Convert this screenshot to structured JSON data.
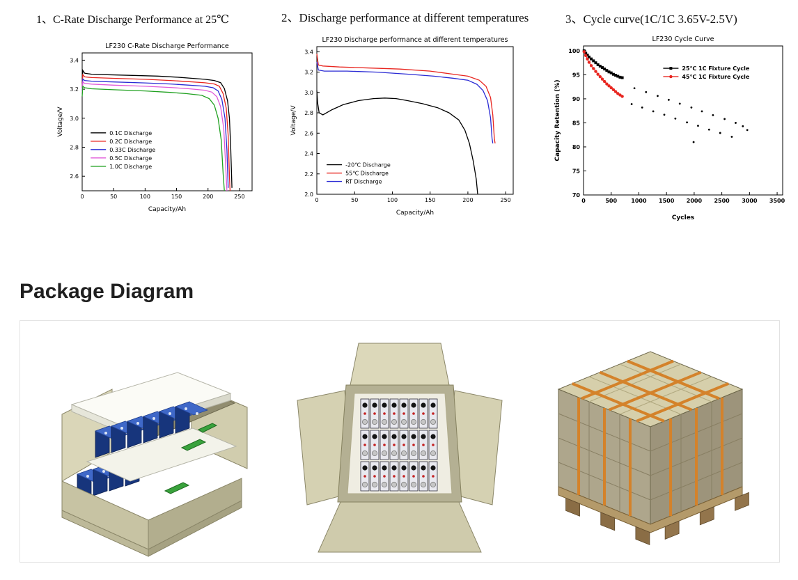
{
  "headings": {
    "chart1": "1、C-Rate Discharge Performance at 25℃",
    "chart2": "2、Discharge performance at different temperatures",
    "chart3": "3、Cycle curve(1C/1C 3.65V-2.5V)",
    "package": "Package Diagram"
  },
  "chart_data": [
    {
      "type": "line",
      "title": "LF230 C-Rate Discharge Performance",
      "xlabel": "Capacity/Ah",
      "ylabel": "Voltage/V",
      "xlim": [
        0,
        270
      ],
      "ylim": [
        2.5,
        3.45
      ],
      "xticks": [
        0,
        50,
        100,
        150,
        200,
        250
      ],
      "yticks": [
        2.6,
        2.8,
        3.0,
        3.2,
        3.4
      ],
      "xdec": 0,
      "ydec": 1,
      "margins": {
        "l": 40,
        "r": 14,
        "t": 20,
        "b": 34
      },
      "legend": {
        "x": 0.05,
        "y": 0.58,
        "markers": false
      },
      "series": [
        {
          "name": "0.1C  Discharge",
          "color": "#000000",
          "points": [
            [
              0,
              3.24
            ],
            [
              1,
              3.33
            ],
            [
              4,
              3.31
            ],
            [
              15,
              3.303
            ],
            [
              40,
              3.3
            ],
            [
              80,
              3.295
            ],
            [
              120,
              3.29
            ],
            [
              150,
              3.283
            ],
            [
              175,
              3.275
            ],
            [
              195,
              3.268
            ],
            [
              210,
              3.26
            ],
            [
              220,
              3.245
            ],
            [
              226,
              3.205
            ],
            [
              231,
              3.12
            ],
            [
              234,
              3.0
            ],
            [
              236,
              2.8
            ],
            [
              238,
              2.52
            ]
          ]
        },
        {
          "name": "0.2C  Discharge",
          "color": "#e8251f",
          "points": [
            [
              0,
              3.21
            ],
            [
              1,
              3.3
            ],
            [
              4,
              3.285
            ],
            [
              15,
              3.28
            ],
            [
              50,
              3.275
            ],
            [
              100,
              3.268
            ],
            [
              140,
              3.26
            ],
            [
              170,
              3.252
            ],
            [
              195,
              3.244
            ],
            [
              210,
              3.236
            ],
            [
              218,
              3.22
            ],
            [
              224,
              3.17
            ],
            [
              229,
              3.07
            ],
            [
              232,
              2.88
            ],
            [
              234,
              2.6
            ],
            [
              235,
              2.5
            ]
          ]
        },
        {
          "name": "0.33C Discharge",
          "color": "#2a2ad4",
          "points": [
            [
              0,
              3.19
            ],
            [
              1,
              3.27
            ],
            [
              4,
              3.26
            ],
            [
              15,
              3.255
            ],
            [
              50,
              3.25
            ],
            [
              100,
              3.243
            ],
            [
              140,
              3.236
            ],
            [
              170,
              3.228
            ],
            [
              195,
              3.22
            ],
            [
              208,
              3.21
            ],
            [
              216,
              3.188
            ],
            [
              222,
              3.13
            ],
            [
              227,
              3.0
            ],
            [
              230,
              2.78
            ],
            [
              232,
              2.52
            ]
          ]
        },
        {
          "name": "0.5C  Discharge",
          "color": "#e05ad8",
          "points": [
            [
              0,
              3.17
            ],
            [
              1,
              3.25
            ],
            [
              4,
              3.24
            ],
            [
              15,
              3.235
            ],
            [
              50,
              3.228
            ],
            [
              100,
              3.22
            ],
            [
              140,
              3.212
            ],
            [
              170,
              3.203
            ],
            [
              195,
              3.193
            ],
            [
              206,
              3.18
            ],
            [
              214,
              3.148
            ],
            [
              220,
              3.08
            ],
            [
              225,
              2.93
            ],
            [
              228,
              2.68
            ],
            [
              230,
              2.5
            ]
          ]
        },
        {
          "name": "1.0C  Discharge",
          "color": "#1fa01f",
          "points": [
            [
              0,
              3.15
            ],
            [
              1,
              3.22
            ],
            [
              4,
              3.21
            ],
            [
              15,
              3.203
            ],
            [
              50,
              3.196
            ],
            [
              100,
              3.188
            ],
            [
              140,
              3.178
            ],
            [
              165,
              3.17
            ],
            [
              190,
              3.158
            ],
            [
              202,
              3.135
            ],
            [
              210,
              3.09
            ],
            [
              216,
              3.0
            ],
            [
              221,
              2.85
            ],
            [
              224,
              2.62
            ],
            [
              226,
              2.5
            ]
          ]
        }
      ]
    },
    {
      "type": "line",
      "title": "LF230 Discharge performance at different temperatures",
      "xlabel": "Capacity/Ah",
      "ylabel": "Voltage/V",
      "xlim": [
        0,
        260
      ],
      "ylim": [
        2.0,
        3.45
      ],
      "xticks": [
        0,
        50,
        100,
        150,
        200,
        250
      ],
      "yticks": [
        2.0,
        2.2,
        2.4,
        2.6,
        2.8,
        3.0,
        3.2,
        3.4
      ],
      "xdec": 0,
      "ydec": 1,
      "margins": {
        "l": 42,
        "r": 14,
        "t": 20,
        "b": 34
      },
      "legend": {
        "x": 0.05,
        "y": 0.8,
        "markers": false
      },
      "series": [
        {
          "name": "-20℃ Discharge",
          "color": "#000000",
          "points": [
            [
              0,
              3.02
            ],
            [
              1,
              2.9
            ],
            [
              3,
              2.8
            ],
            [
              8,
              2.78
            ],
            [
              20,
              2.83
            ],
            [
              35,
              2.88
            ],
            [
              55,
              2.92
            ],
            [
              75,
              2.94
            ],
            [
              90,
              2.945
            ],
            [
              105,
              2.94
            ],
            [
              120,
              2.92
            ],
            [
              140,
              2.89
            ],
            [
              160,
              2.85
            ],
            [
              175,
              2.8
            ],
            [
              188,
              2.73
            ],
            [
              196,
              2.63
            ],
            [
              202,
              2.5
            ],
            [
              207,
              2.33
            ],
            [
              211,
              2.15
            ],
            [
              213,
              2.0
            ]
          ]
        },
        {
          "name": "55℃  Discharge",
          "color": "#e8251f",
          "points": [
            [
              0,
              3.38
            ],
            [
              2,
              3.27
            ],
            [
              8,
              3.26
            ],
            [
              30,
              3.25
            ],
            [
              70,
              3.24
            ],
            [
              110,
              3.23
            ],
            [
              150,
              3.21
            ],
            [
              180,
              3.18
            ],
            [
              200,
              3.16
            ],
            [
              215,
              3.12
            ],
            [
              224,
              3.06
            ],
            [
              230,
              2.95
            ],
            [
              233,
              2.78
            ],
            [
              235,
              2.55
            ],
            [
              236,
              2.5
            ]
          ]
        },
        {
          "name": "RT    Discharge",
          "color": "#2a2ad4",
          "points": [
            [
              0,
              3.3
            ],
            [
              2,
              3.22
            ],
            [
              10,
              3.21
            ],
            [
              40,
              3.21
            ],
            [
              80,
              3.2
            ],
            [
              120,
              3.18
            ],
            [
              155,
              3.16
            ],
            [
              180,
              3.14
            ],
            [
              200,
              3.12
            ],
            [
              212,
              3.08
            ],
            [
              220,
              3.02
            ],
            [
              226,
              2.92
            ],
            [
              230,
              2.75
            ],
            [
              232,
              2.55
            ],
            [
              233,
              2.5
            ]
          ]
        }
      ]
    },
    {
      "type": "scatter",
      "title": "LF230 Cycle Curve",
      "xlabel": "Cycles",
      "ylabel": "Capacity Retention (%)",
      "xlim": [
        0,
        3600
      ],
      "ylim": [
        70,
        101
      ],
      "xticks": [
        0,
        500,
        1000,
        1500,
        2000,
        2500,
        3000,
        3500
      ],
      "yticks": [
        70,
        75,
        80,
        85,
        90,
        95,
        100
      ],
      "xdec": 0,
      "ydec": 0,
      "bold_text": true,
      "margins": {
        "l": 46,
        "r": 10,
        "t": 20,
        "b": 40
      },
      "legend": {
        "x": 0.4,
        "y": 0.15,
        "markers": true
      },
      "series": [
        {
          "name": "25℃ 1C Fixture Cycle",
          "color": "#000000",
          "marker": "square",
          "width": 1,
          "points": [
            [
              10,
              100
            ],
            [
              40,
              99.5
            ],
            [
              70,
              99.1
            ],
            [
              100,
              98.7
            ],
            [
              140,
              98.3
            ],
            [
              180,
              97.9
            ],
            [
              220,
              97.5
            ],
            [
              260,
              97.1
            ],
            [
              300,
              96.8
            ],
            [
              340,
              96.5
            ],
            [
              380,
              96.2
            ],
            [
              420,
              95.9
            ],
            [
              460,
              95.6
            ],
            [
              500,
              95.4
            ],
            [
              540,
              95.1
            ],
            [
              580,
              94.9
            ],
            [
              620,
              94.7
            ],
            [
              660,
              94.5
            ],
            [
              700,
              94.4
            ]
          ]
        },
        {
          "name": "45℃ 1C Fixture Cycle",
          "color": "#e8251f",
          "marker": "circle",
          "width": 1,
          "points": [
            [
              10,
              99.8
            ],
            [
              40,
              99.0
            ],
            [
              70,
              98.3
            ],
            [
              100,
              97.6
            ],
            [
              140,
              96.9
            ],
            [
              180,
              96.3
            ],
            [
              220,
              95.7
            ],
            [
              260,
              95.1
            ],
            [
              300,
              94.6
            ],
            [
              340,
              94.1
            ],
            [
              380,
              93.6
            ],
            [
              420,
              93.1
            ],
            [
              460,
              92.7
            ],
            [
              500,
              92.3
            ],
            [
              540,
              91.9
            ],
            [
              580,
              91.5
            ],
            [
              620,
              91.1
            ],
            [
              660,
              90.8
            ],
            [
              700,
              90.5
            ]
          ]
        },
        {
          "name": "",
          "color": "#000000",
          "marker": "dot",
          "line": false,
          "points": [
            [
              870,
              88.9
            ],
            [
              920,
              92.2
            ],
            [
              1060,
              88.2
            ],
            [
              1130,
              91.4
            ],
            [
              1260,
              87.4
            ],
            [
              1340,
              90.6
            ],
            [
              1460,
              86.7
            ],
            [
              1540,
              89.8
            ],
            [
              1660,
              85.9
            ],
            [
              1740,
              89.0
            ],
            [
              1870,
              85.1
            ],
            [
              1950,
              88.2
            ],
            [
              1990,
              81.0
            ],
            [
              2070,
              84.4
            ],
            [
              2140,
              87.4
            ],
            [
              2270,
              83.6
            ],
            [
              2340,
              86.6
            ],
            [
              2470,
              82.9
            ],
            [
              2550,
              85.8
            ],
            [
              2680,
              82.1
            ],
            [
              2750,
              85.0
            ],
            [
              2880,
              84.3
            ],
            [
              2960,
              83.5
            ]
          ]
        }
      ]
    }
  ],
  "package_images": [
    {
      "name": "open-carton-with-cells-and-foam"
    },
    {
      "name": "open-carton-top-view-of-cells"
    },
    {
      "name": "palletized-cartons-with-straps"
    }
  ]
}
